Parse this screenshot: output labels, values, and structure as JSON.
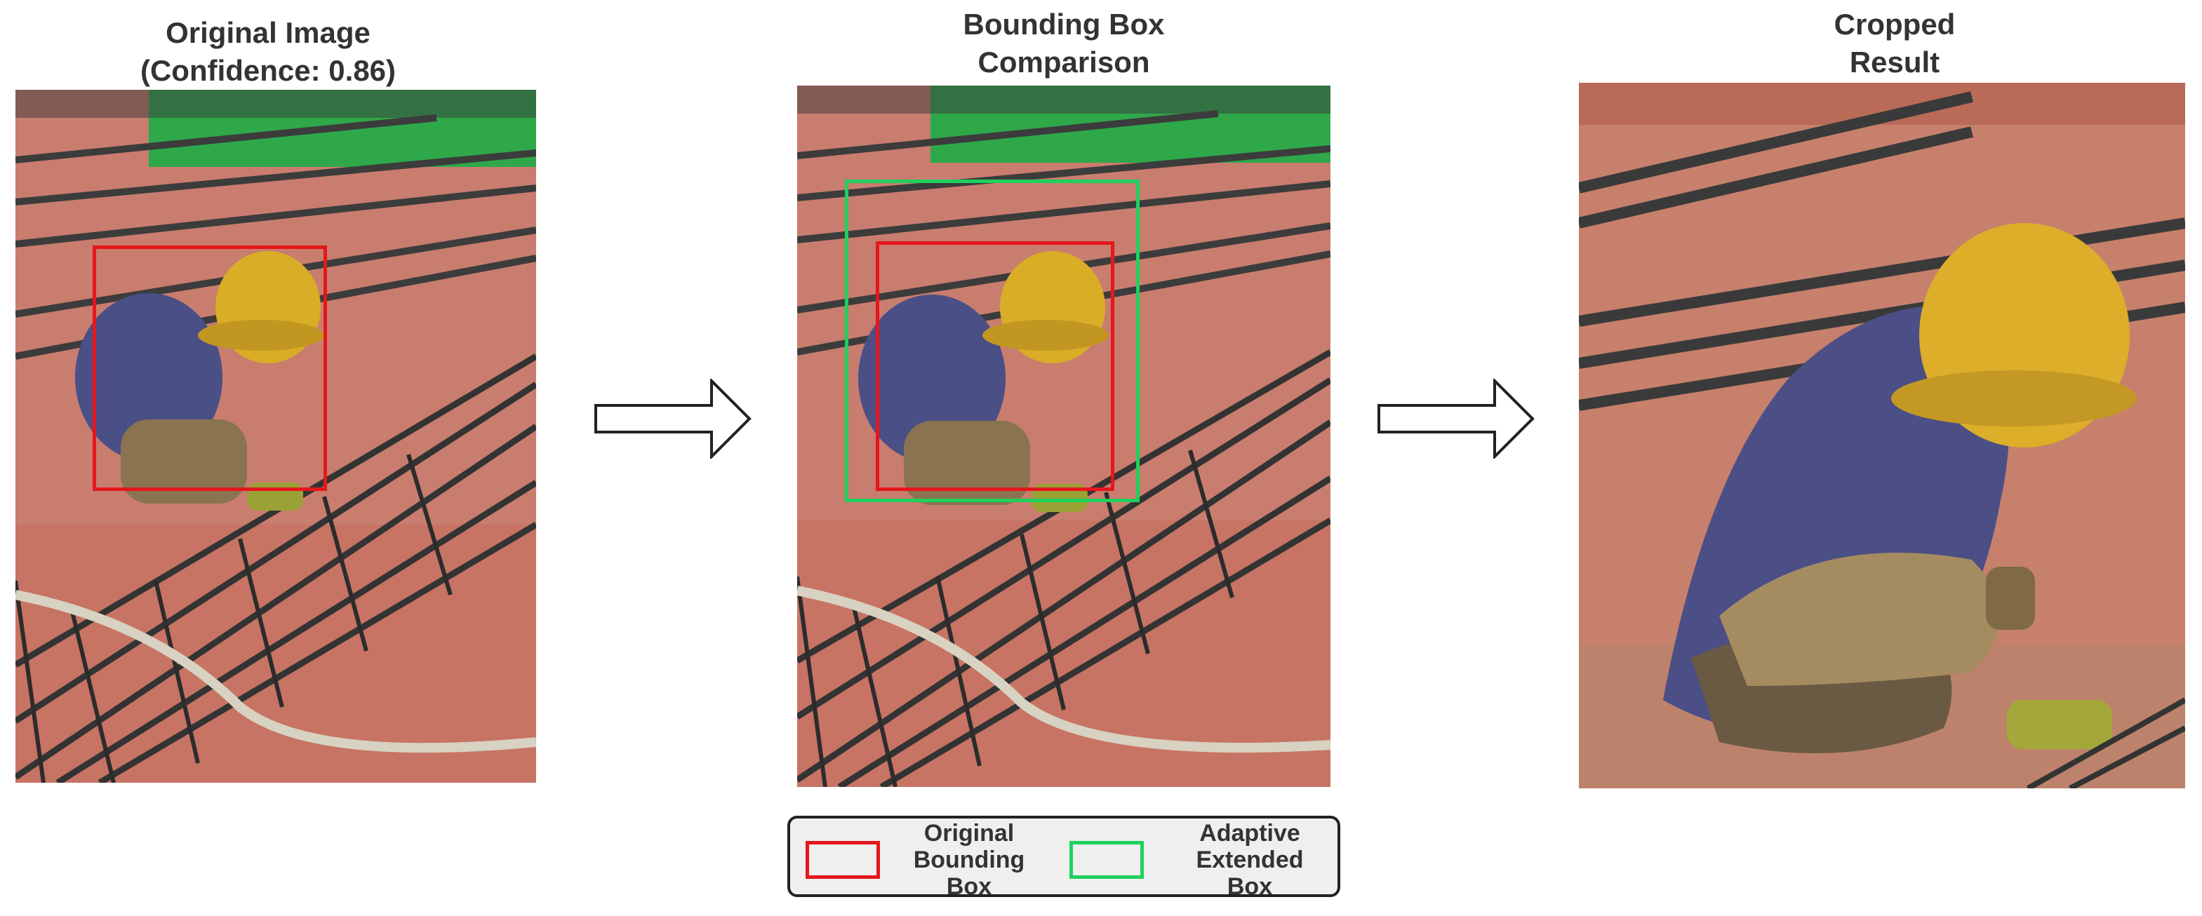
{
  "panels": {
    "original": {
      "title": "Original Image\n(Confidence: 0.86)"
    },
    "comparison": {
      "title": "Bounding Box\nComparison"
    },
    "cropped": {
      "title": "Cropped\nResult"
    }
  },
  "legend": {
    "items": [
      {
        "label": "Original\nBounding\nBox",
        "color": "#e5161d"
      },
      {
        "label": "Adaptive\nExtended\nBox",
        "color": "#1fd05d"
      }
    ]
  },
  "colors": {
    "original_box": "#e5161d",
    "extended_box": "#1fd05d"
  }
}
